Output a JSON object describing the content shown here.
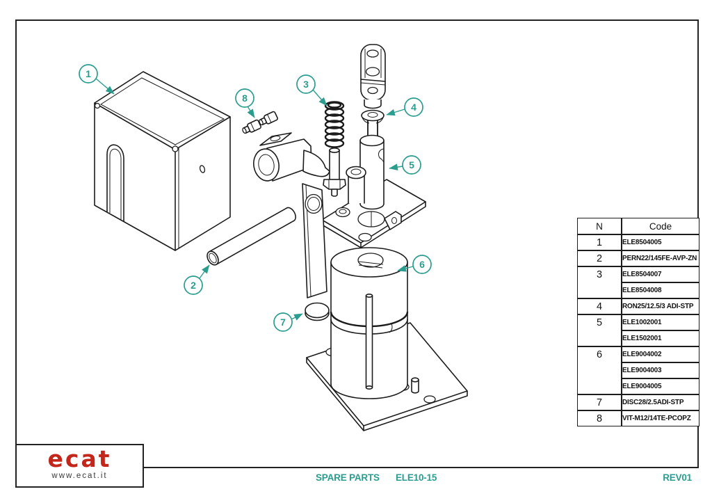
{
  "colors": {
    "accent": "#2A9D8F",
    "logo_red": "#C3261A",
    "line": "#1b1b1b"
  },
  "parts": [
    {
      "n": "1",
      "codes": [
        "ELE8504005"
      ]
    },
    {
      "n": "2",
      "codes": [
        "PERN22/145FE-AVP-ZN"
      ]
    },
    {
      "n": "3",
      "codes": [
        "ELE8504007",
        "ELE8504008"
      ]
    },
    {
      "n": "4",
      "codes": [
        "RON25/12.5/3 ADI-STP"
      ]
    },
    {
      "n": "5",
      "codes": [
        "ELE1002001",
        "ELE1502001"
      ]
    },
    {
      "n": "6",
      "codes": [
        "ELE9004002",
        "ELE9004003",
        "ELE9004005"
      ]
    },
    {
      "n": "7",
      "codes": [
        "DISC28/2.5ADI-STP"
      ]
    },
    {
      "n": "8",
      "codes": [
        "VIT-M12/14TE-PCOPZ"
      ]
    }
  ],
  "table": {
    "header_n": "N",
    "header_code": "Code"
  },
  "footer": {
    "doc_type": "SPARE PARTS",
    "model": "ELE10-15",
    "revision": "REV01"
  },
  "logo": {
    "brand": "ecat",
    "website": "www.ecat.it"
  }
}
